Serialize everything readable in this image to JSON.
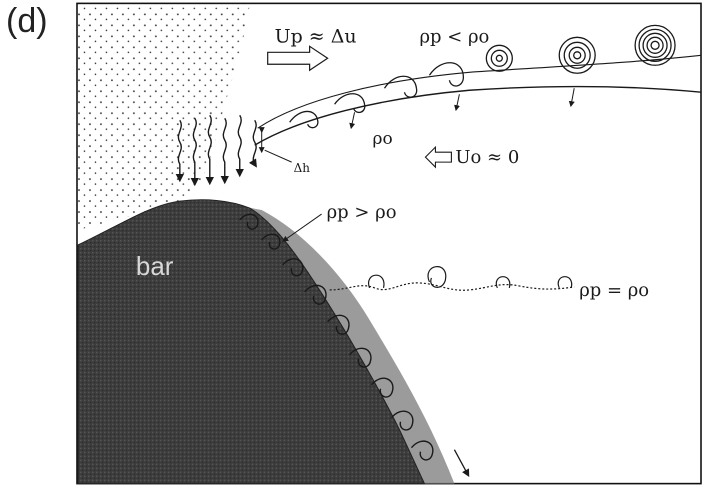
{
  "panel_label": "(d)",
  "labels": {
    "plume_velocity": "Up ≈ Δu",
    "density_top": "ρp < ρo",
    "ambient_density": "ρo",
    "ambient_velocity": "Uo ≈ 0",
    "interface_thickness": "Δh",
    "density_slope": "ρp > ρo",
    "density_mid": "ρp = ρo",
    "bar": "bar"
  },
  "colors": {
    "bar_fill": "#3c3c3c",
    "ink": "#1a1a1a",
    "frame": "#111111",
    "gravity_current": "#8a8a8a"
  },
  "icons": {
    "flow_arrow": "hollow-right-arrow-icon",
    "ambient_arrow": "hollow-left-arrow-icon"
  }
}
